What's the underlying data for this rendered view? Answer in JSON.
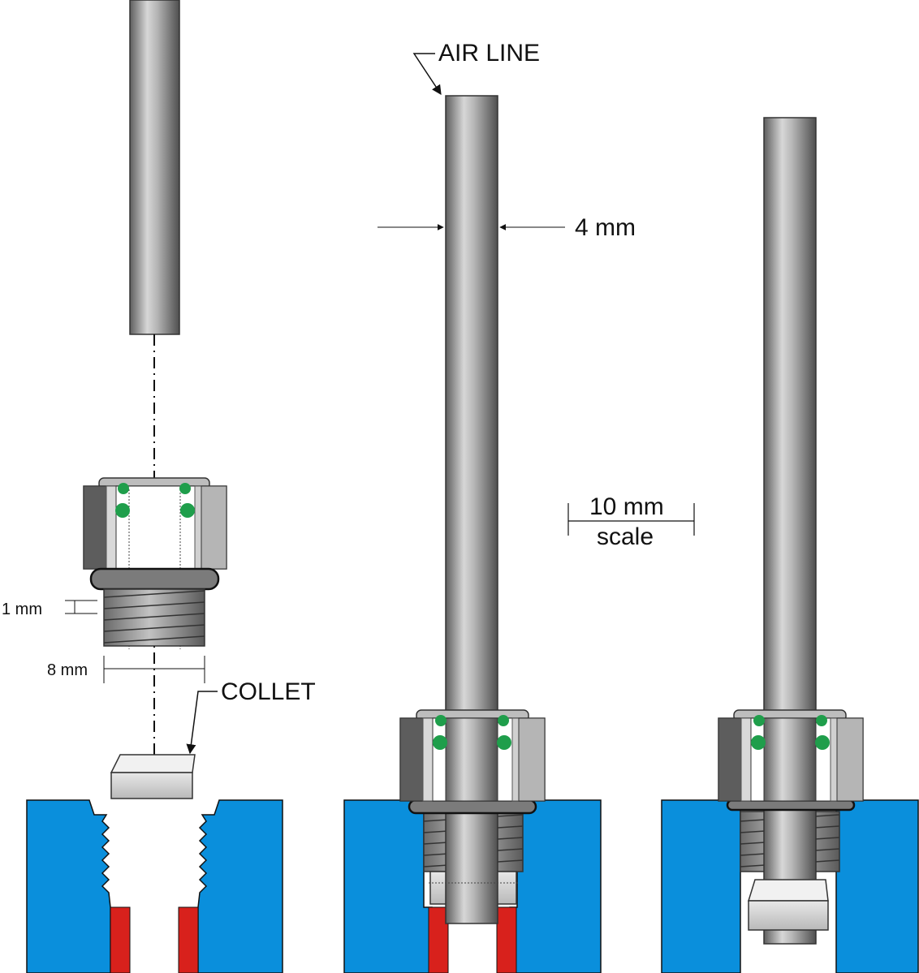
{
  "labels": {
    "air_line": "AIR LINE",
    "tube_width": "4 mm",
    "scale_value": "10 mm",
    "scale_word": "scale",
    "thread_pitch": "1 mm",
    "thread_diameter": "8 mm",
    "collet": "COLLET"
  },
  "colors": {
    "block": "#0a8fdc",
    "seal": "#d8211c",
    "o_ring": "#1f9e4b",
    "metal": "#9c9c9c"
  }
}
